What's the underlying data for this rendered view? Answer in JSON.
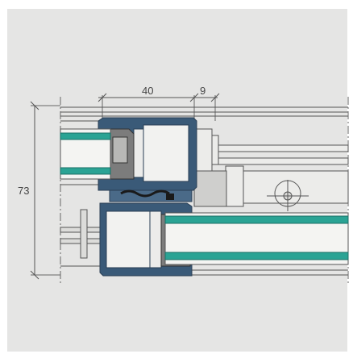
{
  "dimensions": {
    "overall_height": "73",
    "frame_depth": "40",
    "offset": "9"
  },
  "colors": {
    "background": "#e5e5e4",
    "profile": "#3a5a78",
    "glass": "#2aa394",
    "gasket": "#8a8a8a",
    "line": "#555555"
  }
}
